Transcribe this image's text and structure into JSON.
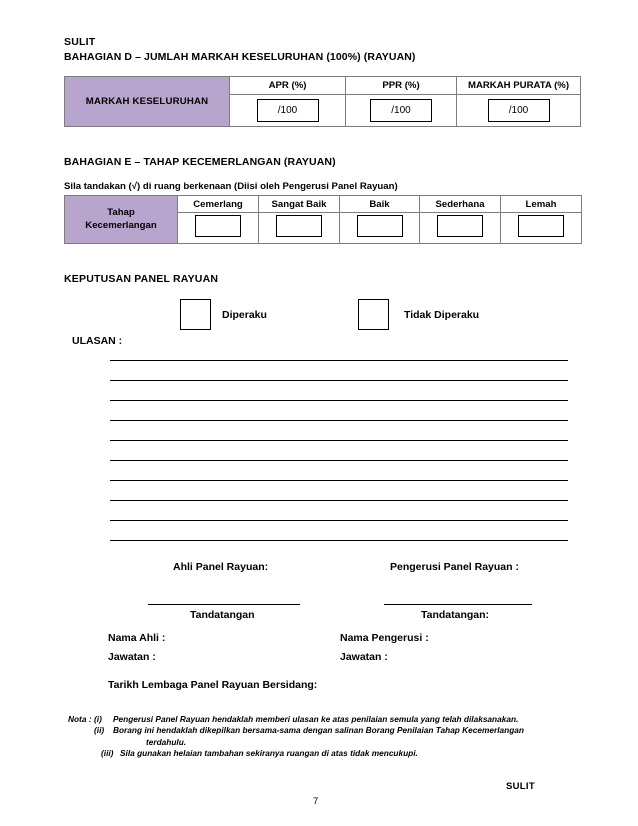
{
  "header": {
    "classification_top": "SULIT",
    "section_d_title": "BAHAGIAN D – JUMLAH MARKAH KESELURUHAN (100%) (RAYUAN)"
  },
  "section_d": {
    "row_label": "MARKAH KESELURUHAN",
    "columns": [
      {
        "header": "APR (%)",
        "value": "/100"
      },
      {
        "header": "PPR (%)",
        "value": "/100"
      },
      {
        "header": "MARKAH PURATA (%)",
        "value": "/100"
      }
    ]
  },
  "section_e": {
    "title": "BAHAGIAN E – TAHAP KECEMERLANGAN (RAYUAN)",
    "instruction": "Sila tandakan (√) di ruang berkenaan (Diisi oleh Pengerusi Panel Rayuan)",
    "row_label_line1": "Tahap",
    "row_label_line2": "Kecemerlangan",
    "levels": [
      "Cemerlang",
      "Sangat Baik",
      "Baik",
      "Sederhana",
      "Lemah"
    ]
  },
  "decision": {
    "title": "KEPUTUSAN PANEL RAYUAN",
    "options": [
      "Diperaku",
      "Tidak Diperaku"
    ],
    "comments_label": "ULASAN :",
    "comment_line_count": 10
  },
  "signatures": {
    "left": {
      "title": "Ahli Panel Rayuan:",
      "signature_caption": "Tandatangan",
      "name_label": "Nama Ahli :",
      "position_label": "Jawatan    :"
    },
    "right": {
      "title": "Pengerusi Panel Rayuan :",
      "signature_caption": "Tandatangan:",
      "name_label": "Nama Pengerusi :",
      "position_label": "Jawatan           :"
    },
    "meeting_date_label": "Tarikh Lembaga Panel Rayuan Bersidang:"
  },
  "notes": {
    "lead": "Nota :",
    "items": [
      {
        "num": "(i)",
        "text": "Pengerusi Panel Rayuan  hendaklah  memberi ulasan ke atas penilaian semula yang telah  dilaksanakan."
      },
      {
        "num": "(ii)",
        "text": "Borang ini hendaklah dikepilkan bersama-sama dengan salinan Borang Penilaian Tahap Kecemerlangan",
        "continuation": "terdahulu."
      },
      {
        "num": "(iii)",
        "text": "Sila gunakan helaian tambahan sekiranya ruangan di atas tidak mencukupi."
      }
    ]
  },
  "footer": {
    "classification_bottom": "SULIT",
    "page_number": "7"
  },
  "colors": {
    "label_cell_fill": "#b7a5cd",
    "table_border": "#7d7d7d",
    "ink": "#000000"
  }
}
